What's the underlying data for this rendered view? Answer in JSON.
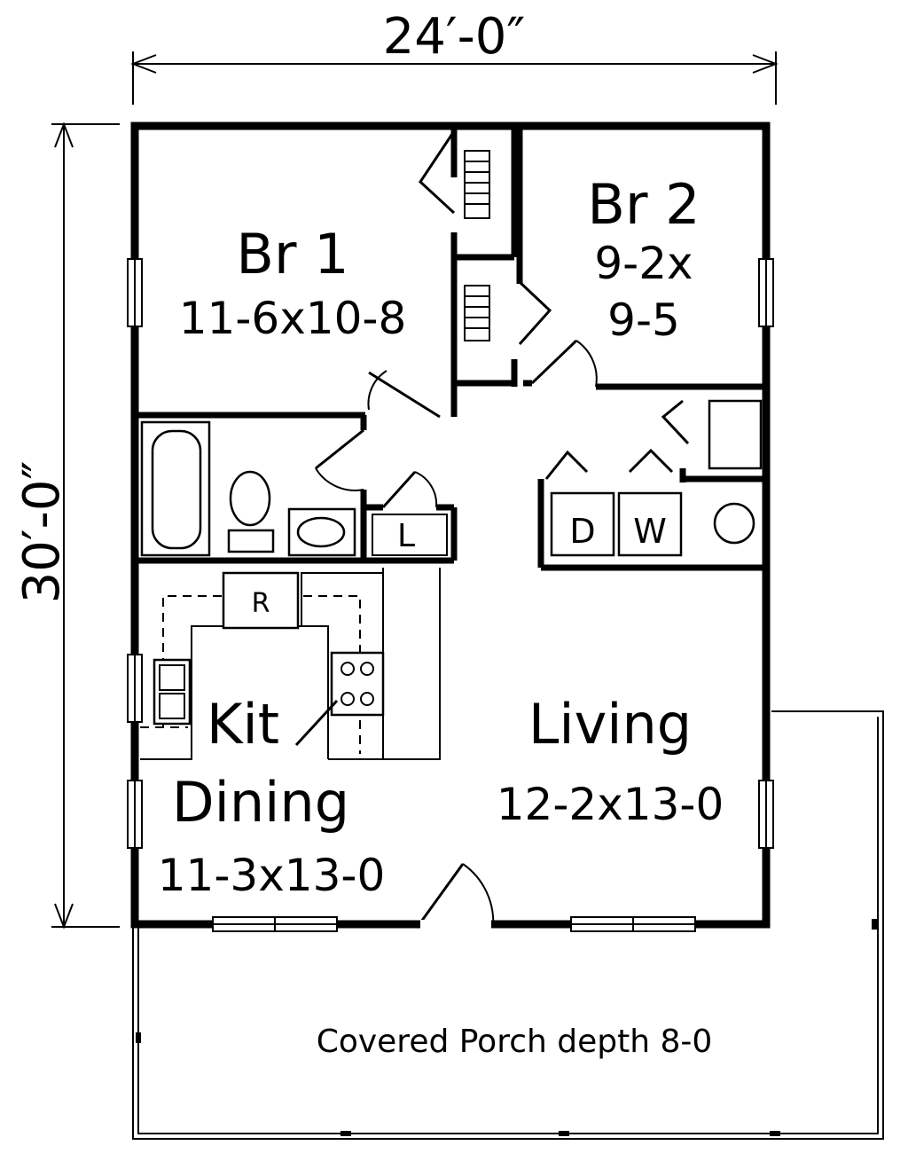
{
  "dimensions": {
    "width": "24′-0″",
    "depth": "30′-0″"
  },
  "rooms": {
    "br1": {
      "name": "Br 1",
      "size": "11-6x10-8"
    },
    "br2": {
      "name": "Br 2",
      "size_line1": "9-2x",
      "size_line2": "9-5"
    },
    "kitchen": {
      "name": "Kit"
    },
    "dining": {
      "name": "Dining",
      "size": "11-3x13-0"
    },
    "living": {
      "name": "Living",
      "size": "12-2x13-0"
    }
  },
  "fixtures": {
    "refrigerator": "R",
    "linen_closet": "L",
    "dryer": "D",
    "washer": "W"
  },
  "porch": {
    "label": "Covered Porch depth 8-0"
  }
}
